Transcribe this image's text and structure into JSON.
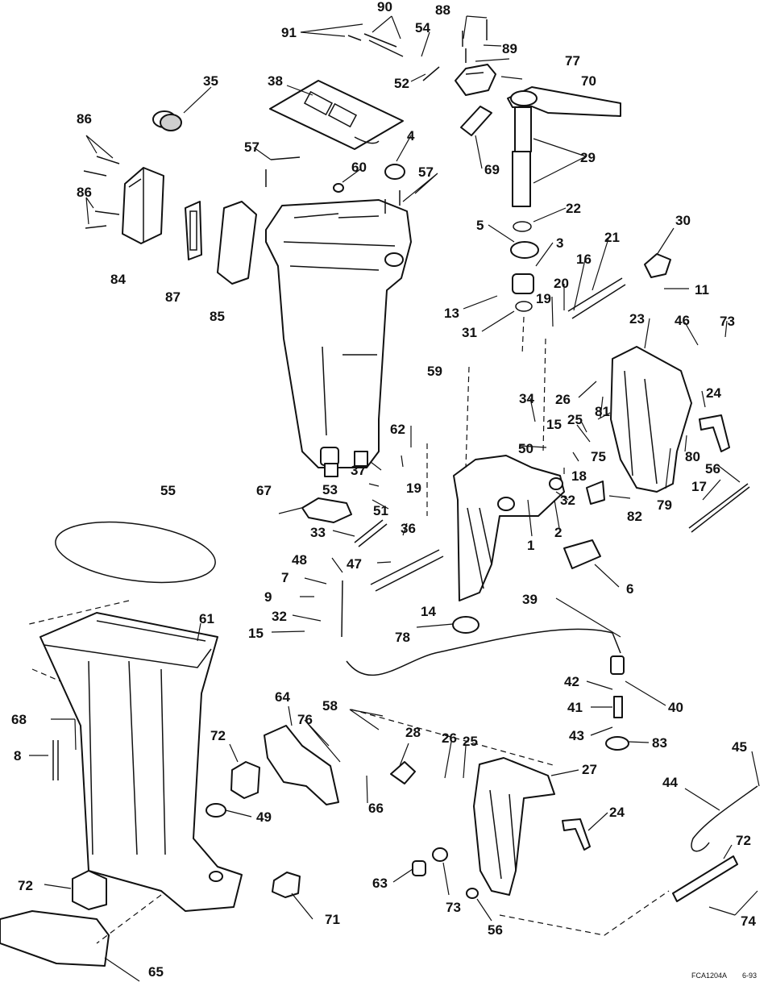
{
  "diagram": {
    "figure_code": "FCA1204A",
    "figure_date": "6-93"
  },
  "callouts": {
    "c1": "1",
    "c2": "2",
    "c3": "3",
    "c4": "4",
    "c5": "5",
    "c6": "6",
    "c7": "7",
    "c8": "8",
    "c9": "9",
    "c11": "11",
    "c13": "13",
    "c14": "14",
    "c15a": "15",
    "c15b": "15",
    "c16": "16",
    "c17": "17",
    "c18": "18",
    "c19a": "19",
    "c19b": "19",
    "c20": "20",
    "c21": "21",
    "c22": "22",
    "c23": "23",
    "c24a": "24",
    "c24b": "24",
    "c25a": "25",
    "c25b": "25",
    "c26a": "26",
    "c26b": "26",
    "c27": "27",
    "c28": "28",
    "c29": "29",
    "c30": "30",
    "c31": "31",
    "c32a": "32",
    "c32b": "32",
    "c33": "33",
    "c34": "34",
    "c35": "35",
    "c36": "36",
    "c37": "37",
    "c38": "38",
    "c39": "39",
    "c40": "40",
    "c41": "41",
    "c42": "42",
    "c43": "43",
    "c44": "44",
    "c45": "45",
    "c46": "46",
    "c47": "47",
    "c48": "48",
    "c49": "49",
    "c50": "50",
    "c51": "51",
    "c52": "52",
    "c53": "53",
    "c54": "54",
    "c55": "55",
    "c56a": "56",
    "c56b": "56",
    "c57a": "57",
    "c57b": "57",
    "c58": "58",
    "c59": "59",
    "c60": "60",
    "c61": "61",
    "c62": "62",
    "c63": "63",
    "c64": "64",
    "c65": "65",
    "c66": "66",
    "c67": "67",
    "c68": "68",
    "c69": "69",
    "c70": "70",
    "c71": "71",
    "c72a": "72",
    "c72b": "72",
    "c72c": "72",
    "c73a": "73",
    "c73b": "73",
    "c74": "74",
    "c75": "75",
    "c76": "76",
    "c77": "77",
    "c78": "78",
    "c79": "79",
    "c80": "80",
    "c81": "81",
    "c82": "82",
    "c83": "83",
    "c84": "84",
    "c85": "85",
    "c86a": "86",
    "c86b": "86",
    "c87": "87",
    "c88": "88",
    "c89": "89",
    "c90": "90",
    "c91": "91"
  }
}
